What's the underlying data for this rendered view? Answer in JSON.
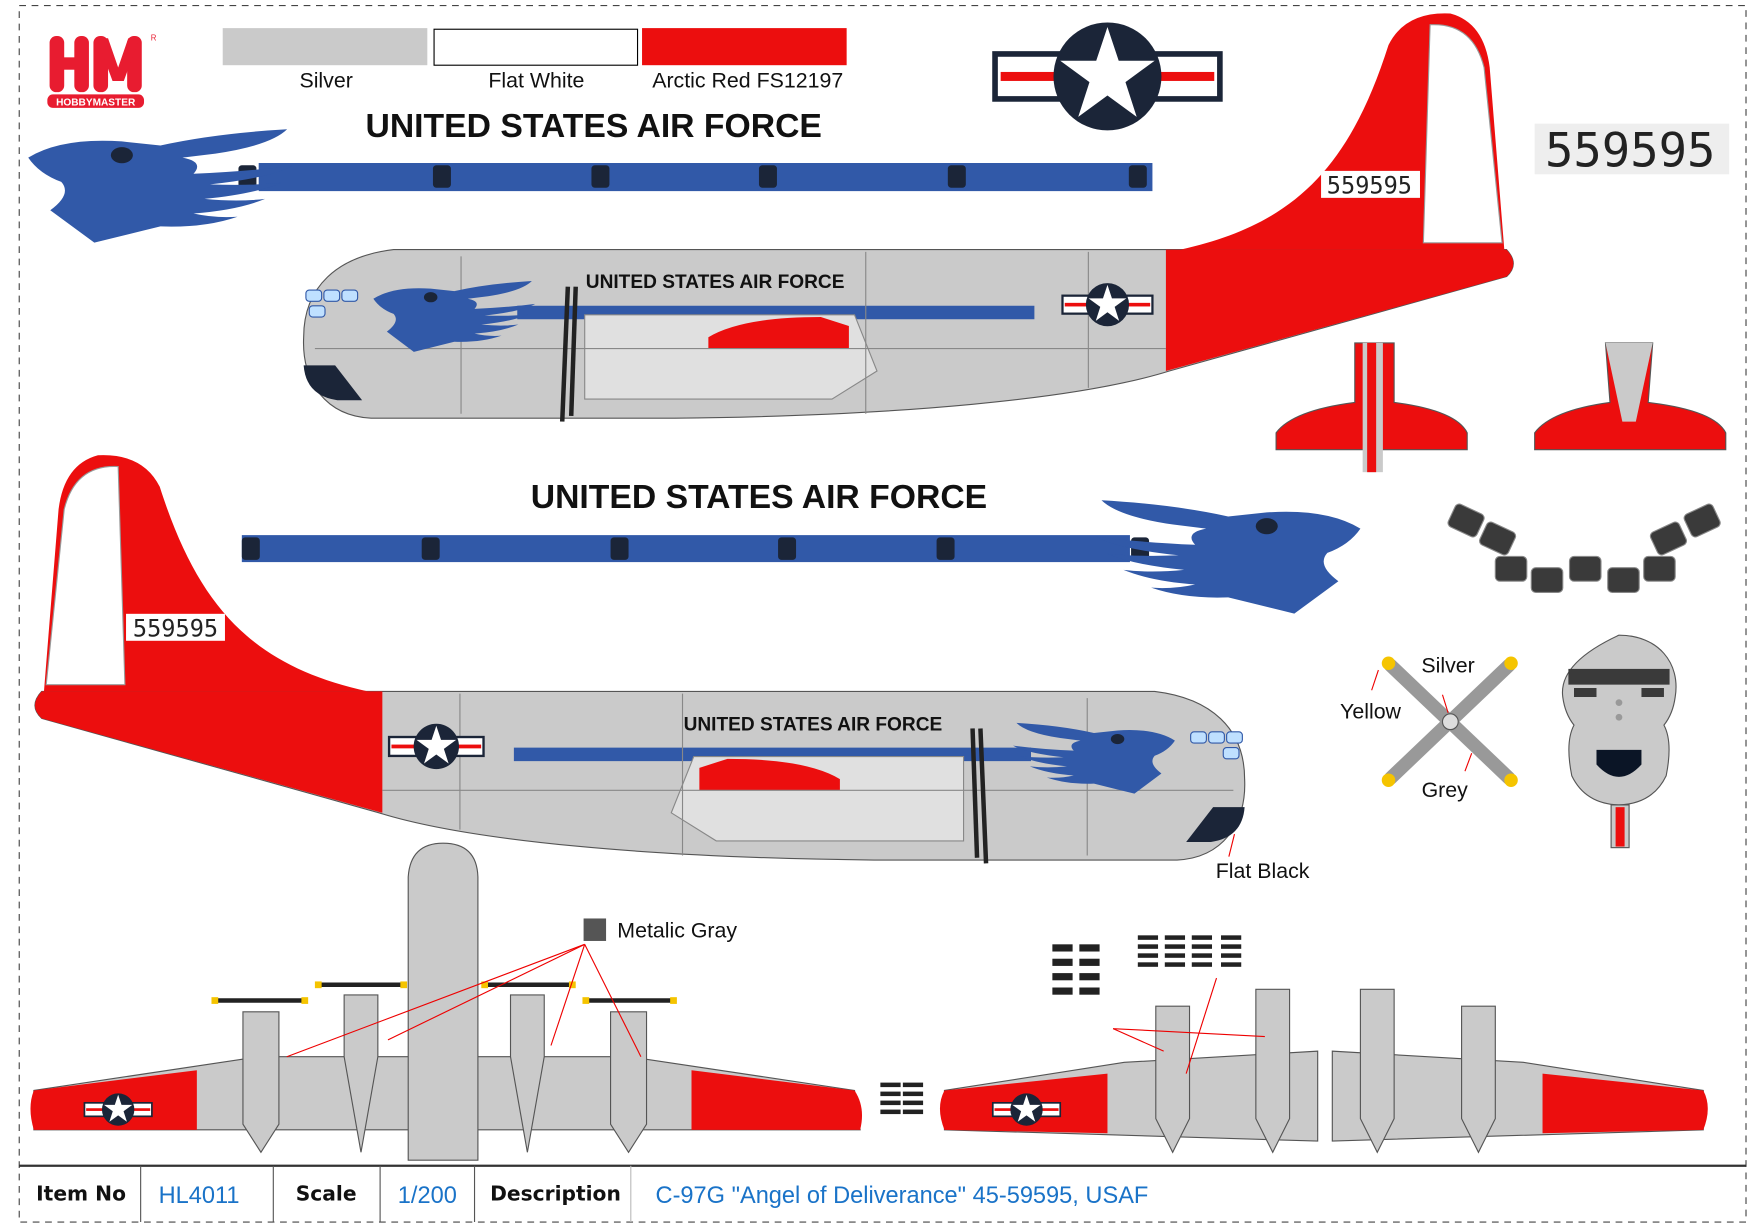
{
  "logo": {
    "letters": "HM",
    "brand": "HOBBYMASTER",
    "mark": "R"
  },
  "swatches": [
    {
      "label": "Silver",
      "color": "#cacaca"
    },
    {
      "label": "Flat White",
      "color": "#ffffff"
    },
    {
      "label": "Arctic Red FS12197",
      "color": "#ec0e0e"
    }
  ],
  "banner_top": "UNITED STATES AIR FORCE",
  "banner_middle": "UNITED STATES AIR FORCE",
  "fuselage_text": "UNITED STATES AIR FORCE",
  "serial": "559595",
  "callouts": {
    "yellow": "Yellow",
    "silver": "Silver",
    "grey": "Grey",
    "flat_black": "Flat Black",
    "metalic_gray": "Metalic Gray"
  },
  "colors": {
    "blue": "#3159a8",
    "navy": "#1b2538",
    "red": "#ec0e0e",
    "silver": "#cacaca",
    "metalic_gray": "#555555",
    "yellow": "#f5c400"
  },
  "info_table": {
    "item_no_label": "Item No",
    "item_no": "HL4011",
    "scale_label": "Scale",
    "scale": "1/200",
    "description_label": "Description",
    "description": "C-97G \"Angel of Deliverance\" 45-59595, USAF"
  }
}
